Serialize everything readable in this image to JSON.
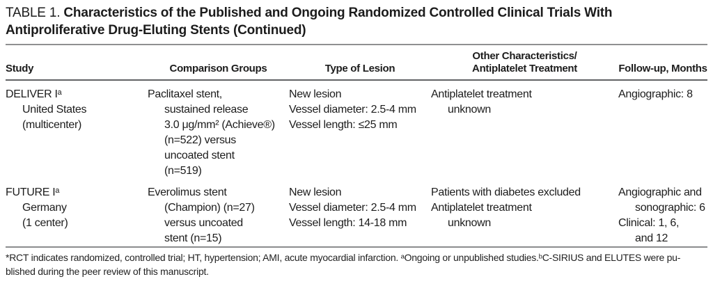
{
  "title": {
    "label": "TABLE 1.",
    "text": "Characteristics of the Published and Ongoing Randomized Controlled Clinical Trials With Antiproliferative Drug-Eluting Stents (Continued)"
  },
  "colors": {
    "background": "#ffffff",
    "text": "#1c1c1c",
    "rule_gray": "#8f9091",
    "rule_dark": "#616264"
  },
  "table": {
    "headers": [
      {
        "id": "study",
        "align": "left",
        "lines": [
          "Study"
        ]
      },
      {
        "id": "comparison-groups",
        "align": "center",
        "lines": [
          "Comparison Groups"
        ]
      },
      {
        "id": "type-of-lesion",
        "align": "center",
        "lines": [
          "Type of Lesion"
        ]
      },
      {
        "id": "other-characteristics",
        "align": "center",
        "lines": [
          "Other Characteristics/",
          "Antiplatelet Treatment"
        ]
      },
      {
        "id": "follow-up",
        "align": "center",
        "lines": [
          "Follow-up, Months"
        ]
      }
    ],
    "rows": [
      {
        "study_id": "DELIVER I",
        "cells": [
          [
            {
              "t": "DELIVER Iᵃ",
              "i": 0
            },
            {
              "t": "United States",
              "i": 1
            },
            {
              "t": "(multicenter)",
              "i": 1
            }
          ],
          [
            {
              "t": "Paclitaxel stent,",
              "i": 0
            },
            {
              "t": "sustained release",
              "i": 1
            },
            {
              "t": "3.0 μg/mm² (Achieve®)",
              "i": 1
            },
            {
              "t": "(n=522) versus",
              "i": 1
            },
            {
              "t": "uncoated stent",
              "i": 1
            },
            {
              "t": "(n=519)",
              "i": 1
            }
          ],
          [
            {
              "t": "New lesion",
              "i": 0
            },
            {
              "t": "Vessel diameter: 2.5-4 mm",
              "i": 0
            },
            {
              "t": "Vessel length: ≤25 mm",
              "i": 0
            }
          ],
          [
            {
              "t": "Antiplatelet treatment",
              "i": 0
            },
            {
              "t": "unknown",
              "i": 1
            }
          ],
          [
            {
              "t": "Angiographic: 8",
              "i": 0
            }
          ]
        ]
      },
      {
        "study_id": "FUTURE I",
        "cells": [
          [
            {
              "t": "FUTURE Iᵃ",
              "i": 0
            },
            {
              "t": "Germany",
              "i": 1
            },
            {
              "t": "(1 center)",
              "i": 1
            }
          ],
          [
            {
              "t": "Everolimus stent",
              "i": 0
            },
            {
              "t": "(Champion) (n=27)",
              "i": 1
            },
            {
              "t": "versus uncoated",
              "i": 1
            },
            {
              "t": "stent (n=15)",
              "i": 1
            }
          ],
          [
            {
              "t": "New lesion",
              "i": 0
            },
            {
              "t": "Vessel diameter: 2.5-4 mm",
              "i": 0
            },
            {
              "t": "Vessel length: 14-18 mm",
              "i": 0
            }
          ],
          [
            {
              "t": "Patients with diabetes excluded",
              "i": 0
            },
            {
              "t": "Antiplatelet treatment",
              "i": 0
            },
            {
              "t": "unknown",
              "i": 1
            }
          ],
          [
            {
              "t": "Angiographic and",
              "i": 0
            },
            {
              "t": "sonographic: 6",
              "i": 1
            },
            {
              "t": "Clinical: 1, 6,",
              "i": 0
            },
            {
              "t": "and 12",
              "i": 1
            }
          ]
        ]
      }
    ]
  },
  "footnote": {
    "lines": [
      "*RCT indicates randomized, controlled trial; HT, hypertension; AMI, acute myocardial infarction. ᵃOngoing or unpublished studies.ᵇC-SIRIUS and ELUTES were pu-",
      "blished during the peer review of this manuscript."
    ]
  }
}
